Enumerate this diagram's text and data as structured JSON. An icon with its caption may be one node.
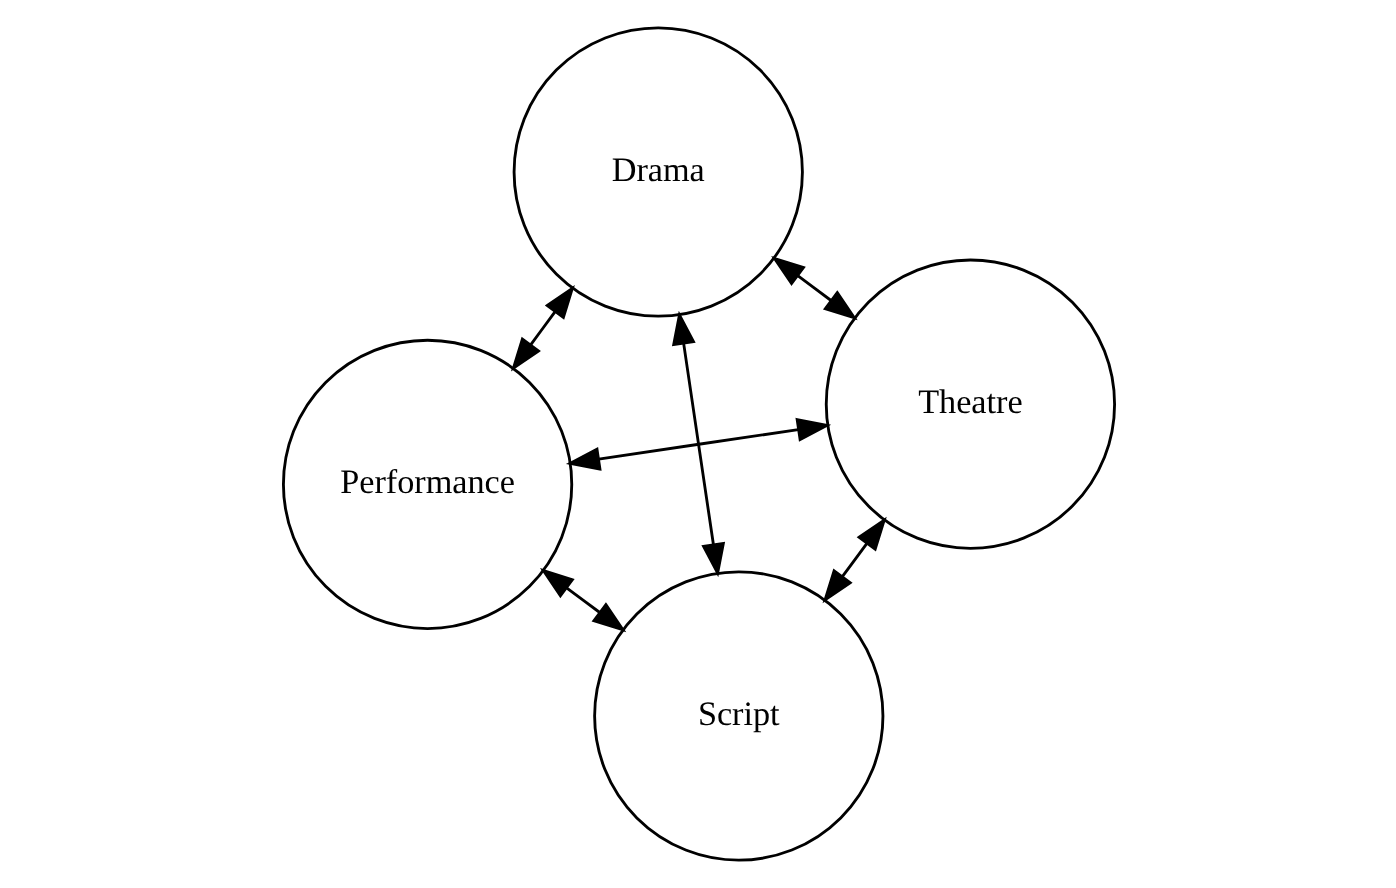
{
  "diagram": {
    "nodes": [
      {
        "text": [
          "Performance"
        ]
      },
      {
        "text": [
          "Theatre"
        ]
      },
      {
        "text": [
          "Script"
        ]
      },
      {
        "text": [
          "Drama"
        ]
      }
    ],
    "edges": [
      {
        "from": 0,
        "to": 1,
        "arrow": "both"
      },
      {
        "from": 0,
        "to": 2,
        "arrow": "both"
      },
      {
        "from": 0,
        "to": 3,
        "arrow": "both"
      },
      {
        "from": 1,
        "to": 2,
        "arrow": "both"
      },
      {
        "from": 1,
        "to": 3,
        "arrow": "both"
      },
      {
        "from": 3,
        "to": 2,
        "arrow": "both"
      }
    ]
  }
}
